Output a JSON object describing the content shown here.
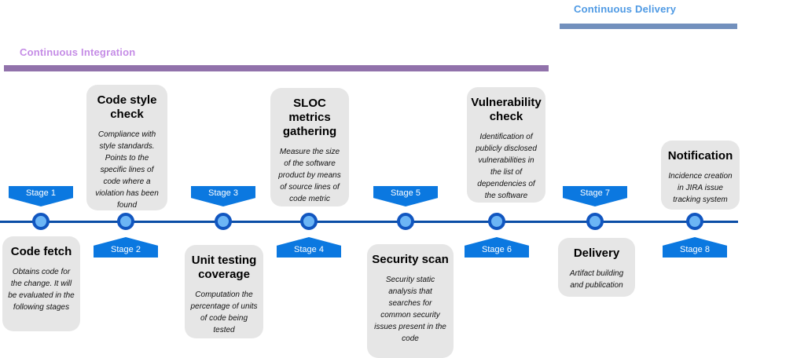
{
  "title_sections": {
    "continuous_integration": {
      "label": "Continuous Integration"
    },
    "continuous_delivery": {
      "label": "Continuous Delivery"
    }
  },
  "stages": [
    {
      "label": "Stage 1",
      "badge_side": "above",
      "card_side": "below",
      "title": "Code fetch",
      "description": "Obtains code for the change. It will be evaluated in the following stages"
    },
    {
      "label": "Stage 2",
      "badge_side": "below",
      "card_side": "above",
      "title": "Code style check",
      "description": "Compliance with style standards. Points to the specific lines of code where a violation has been found"
    },
    {
      "label": "Stage 3",
      "badge_side": "above",
      "card_side": "below",
      "title": "Unit testing coverage",
      "description": "Computation the percentage of units of code being tested"
    },
    {
      "label": "Stage 4",
      "badge_side": "below",
      "card_side": "above",
      "title": "SLOC metrics gathering",
      "description": "Measure the size of the software product by means of source lines of code metric"
    },
    {
      "label": "Stage 5",
      "badge_side": "above",
      "card_side": "below",
      "title": "Security scan",
      "description": "Security static analysis that searches for common security issues present in the code"
    },
    {
      "label": "Stage 6",
      "badge_side": "below",
      "card_side": "above",
      "title": "Vulnerability check",
      "description": "Identification of publicly disclosed vulnerabilities in the list of dependencies of the software"
    },
    {
      "label": "Stage 7",
      "badge_side": "above",
      "card_side": "below",
      "title": "Delivery",
      "description": "Artifact building and publication"
    },
    {
      "label": "Stage 8",
      "badge_side": "below",
      "card_side": "above",
      "title": "Notification",
      "description": "Incidence creation in JIRA issue tracking system"
    }
  ],
  "colors": {
    "badge-blue": "#0b78e0",
    "timeline-blue": "#0a4da6",
    "node-fill": "#6cb5f5",
    "node-ring": "#1156c0",
    "card-bg": "#e6e6e6",
    "ci-text": "#c58ce6",
    "ci-bar": "#9172ab",
    "cd-text": "#4f9ae4",
    "cd-bar": "#7290bd"
  }
}
